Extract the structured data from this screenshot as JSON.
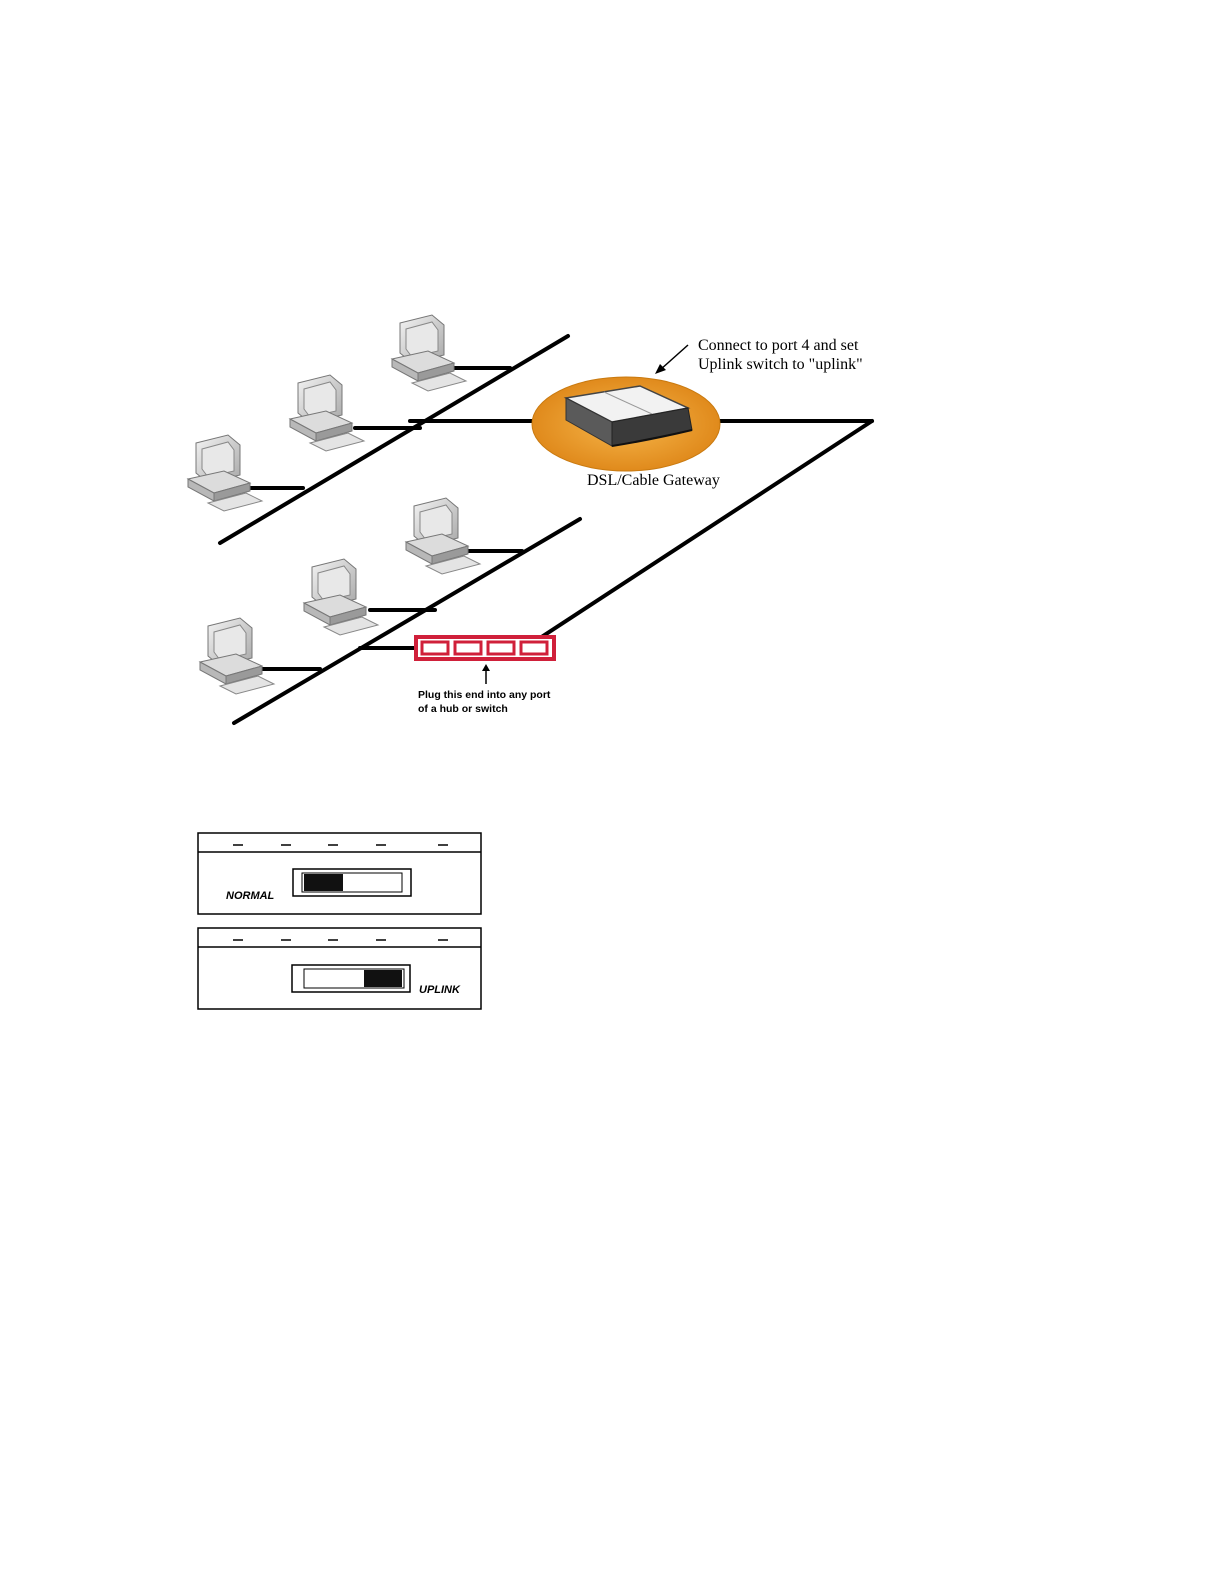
{
  "network_diagram": {
    "gateway_callout": {
      "line1": "Connect to port 4 and set",
      "line2": "Uplink switch to \"uplink\""
    },
    "gateway_label": "DSL/Cable Gateway",
    "hub_callout": {
      "line1": "Plug this end into any port",
      "line2": "of a hub or switch"
    },
    "colors": {
      "gateway_halo": "#e89a2a",
      "hub_outline": "#d0203a",
      "cable": "#000000"
    },
    "icons": [
      "computer-icon",
      "gateway-device-icon",
      "hub-port-icon",
      "arrow-icon"
    ]
  },
  "switch_panels": {
    "normal": {
      "label": "NORMAL",
      "position": "left"
    },
    "uplink": {
      "label": "UPLINK",
      "position": "right"
    }
  }
}
